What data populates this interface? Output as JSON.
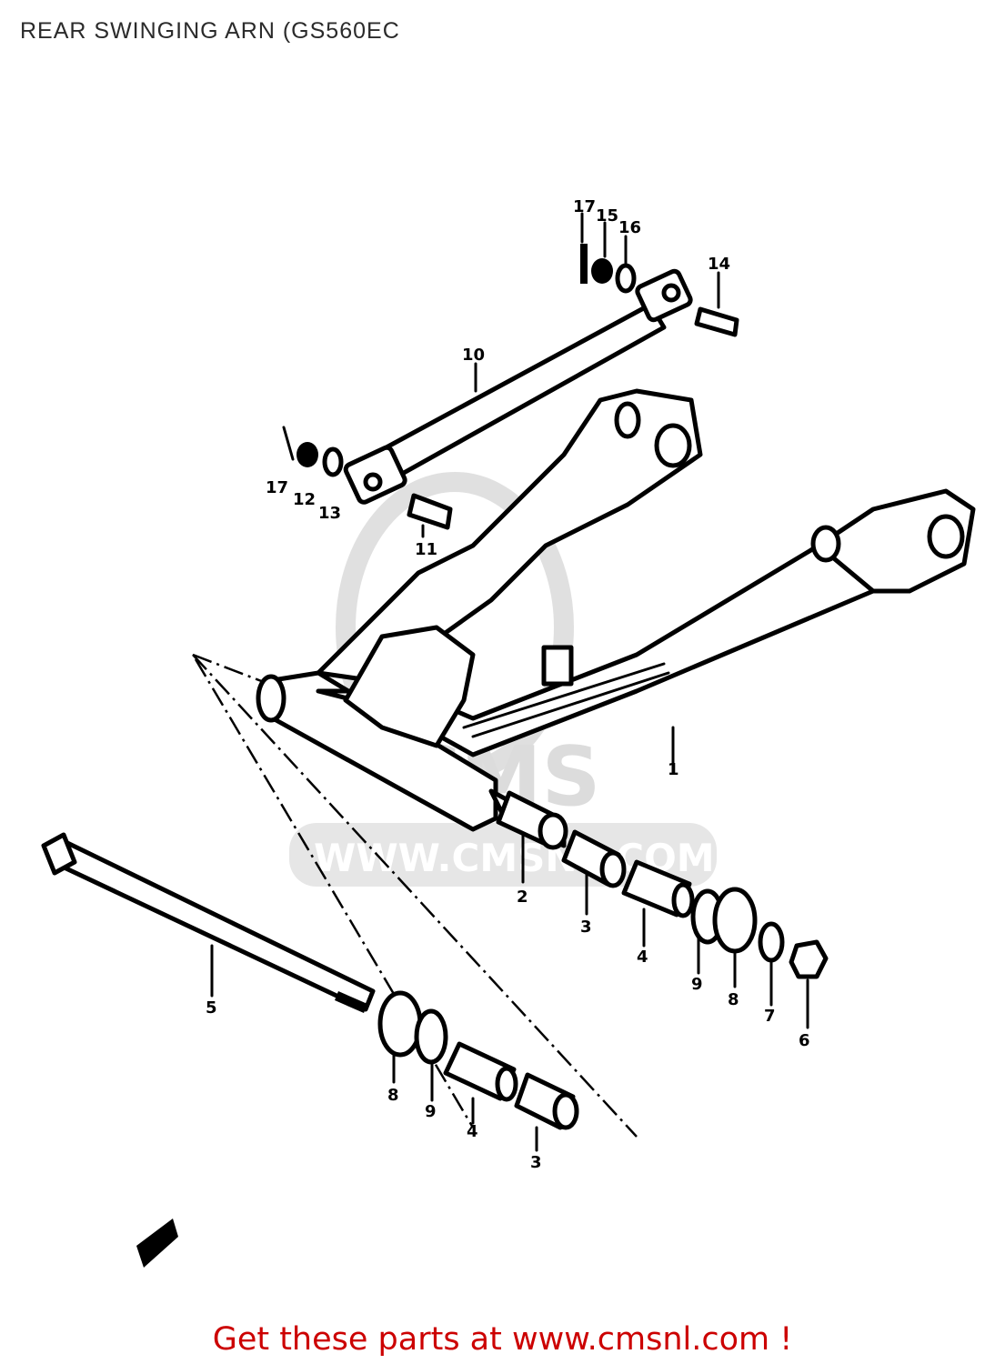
{
  "title": "REAR SWINGING ARN (GS560EC",
  "footer": "Get these parts at www.cmsnl.com !",
  "watermark": {
    "brand": "CMS",
    "url": "WWW.CMSNL.COM"
  },
  "callouts": [
    "1",
    "2",
    "3",
    "4",
    "5",
    "6",
    "7",
    "8",
    "9",
    "10",
    "11",
    "12",
    "13",
    "14",
    "15",
    "16",
    "17"
  ],
  "colors": {
    "footer_text": "#cc0000",
    "line_art": "#000000",
    "watermark": "#d6d6d6"
  }
}
